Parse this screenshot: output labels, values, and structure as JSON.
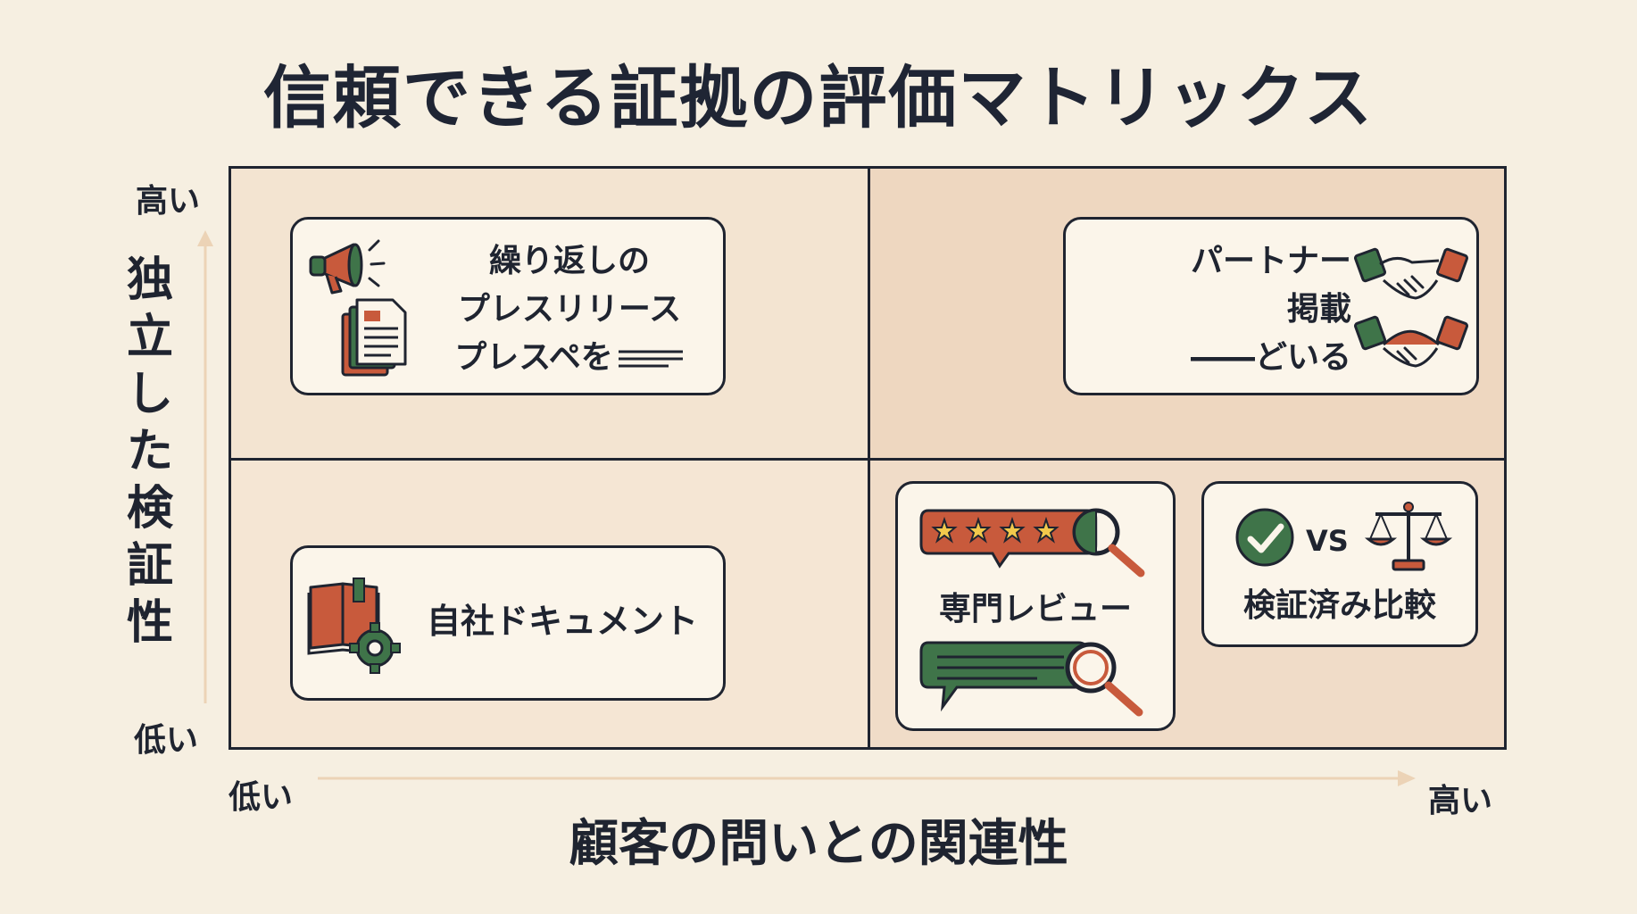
{
  "title": "信頼できる証拠の評価マトリックス",
  "y_axis": {
    "label_chars": [
      "独",
      "立",
      "し",
      "た",
      "検",
      "証",
      "性"
    ],
    "high": "高い",
    "low": "低い"
  },
  "x_axis": {
    "label": "顧客の問いとの関連性",
    "low": "低い",
    "high": "高い"
  },
  "cards": {
    "press": {
      "lines": [
        "繰り返しの",
        "プレスリリース",
        "プレスペを"
      ]
    },
    "partner": {
      "lines": [
        "パートナー",
        "掲載",
        "――どいる"
      ]
    },
    "own_docs": {
      "label": "自社ドキュメント"
    },
    "expert_review": {
      "label": "専門レビュー"
    },
    "verified_compare": {
      "vs": "VS",
      "label": "検証済み比較"
    }
  },
  "icons": {
    "press": [
      "megaphone-icon",
      "documents-icon"
    ],
    "partner": [
      "handshake-icon"
    ],
    "own_docs": [
      "book-gear-icon"
    ],
    "expert_review": [
      "star-rating-magnifier-icon",
      "comment-magnifier-icon"
    ],
    "verified_compare": [
      "checkmark-icon",
      "scale-icon"
    ]
  },
  "colors": {
    "background": "#f6efe1",
    "accent_red": "#c85a3c",
    "accent_green": "#3f7449",
    "ink": "#1f2430"
  }
}
